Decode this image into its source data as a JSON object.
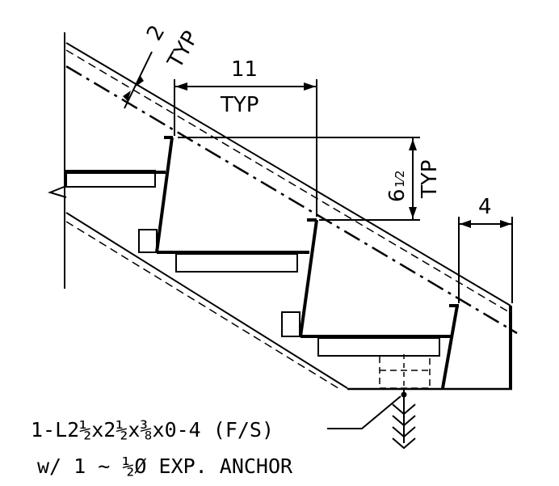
{
  "dimensions": {
    "cover_value": "2",
    "cover_typ": "TYP",
    "tread_value": "11",
    "tread_typ": "TYP",
    "riser_whole": "6",
    "riser_fraction": "1⁄2",
    "riser_typ": "TYP",
    "end_value": "4"
  },
  "notes": {
    "angle_line": "1-L2½x2½x⅜x0-4 (F/S)",
    "anchor_line": "w/ 1 ~ ½Ø EXP. ANCHOR"
  },
  "colors": {
    "line": "#000000",
    "background": "#ffffff"
  }
}
